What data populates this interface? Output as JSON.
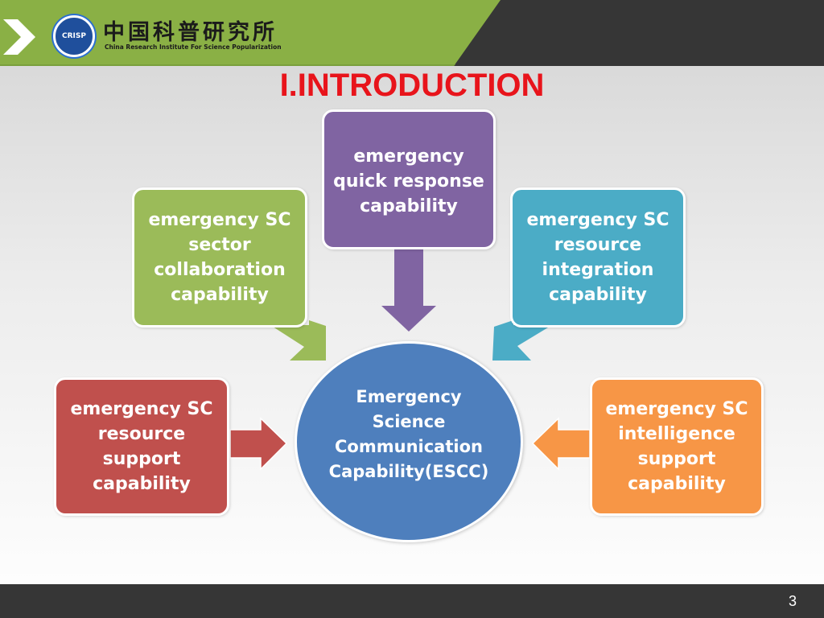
{
  "header": {
    "logo_seal_text": "CRISP",
    "logo_chinese": "中国科普研究所",
    "logo_english": "China Research Institute For Science Popularization"
  },
  "slide": {
    "title": "I.INTRODUCTION",
    "page_number": "3"
  },
  "diagram": {
    "center": {
      "lines": [
        "Emergency",
        "Science",
        "Communication",
        "Capability(ESCC)"
      ],
      "color": "#4e7fbd"
    },
    "nodes": [
      {
        "id": "quick-response",
        "lines": [
          "emergency",
          "quick response",
          "capability"
        ],
        "color": "#8064a2"
      },
      {
        "id": "sector-collaboration",
        "lines": [
          "emergency SC",
          "sector",
          "collaboration",
          "capability"
        ],
        "color": "#9bbb59"
      },
      {
        "id": "resource-integration",
        "lines": [
          "emergency SC",
          "resource",
          "integration",
          "capability"
        ],
        "color": "#4bacc6"
      },
      {
        "id": "resource-support",
        "lines": [
          "emergency SC",
          "resource",
          "support",
          "capability"
        ],
        "color": "#c0504d"
      },
      {
        "id": "intelligence-support",
        "lines": [
          "emergency SC",
          "intelligence",
          "support",
          "capability"
        ],
        "color": "#f79646"
      }
    ]
  },
  "theme": {
    "accent_green": "#8ab045",
    "dark_bar": "#363636",
    "title_red": "#e8141b"
  }
}
